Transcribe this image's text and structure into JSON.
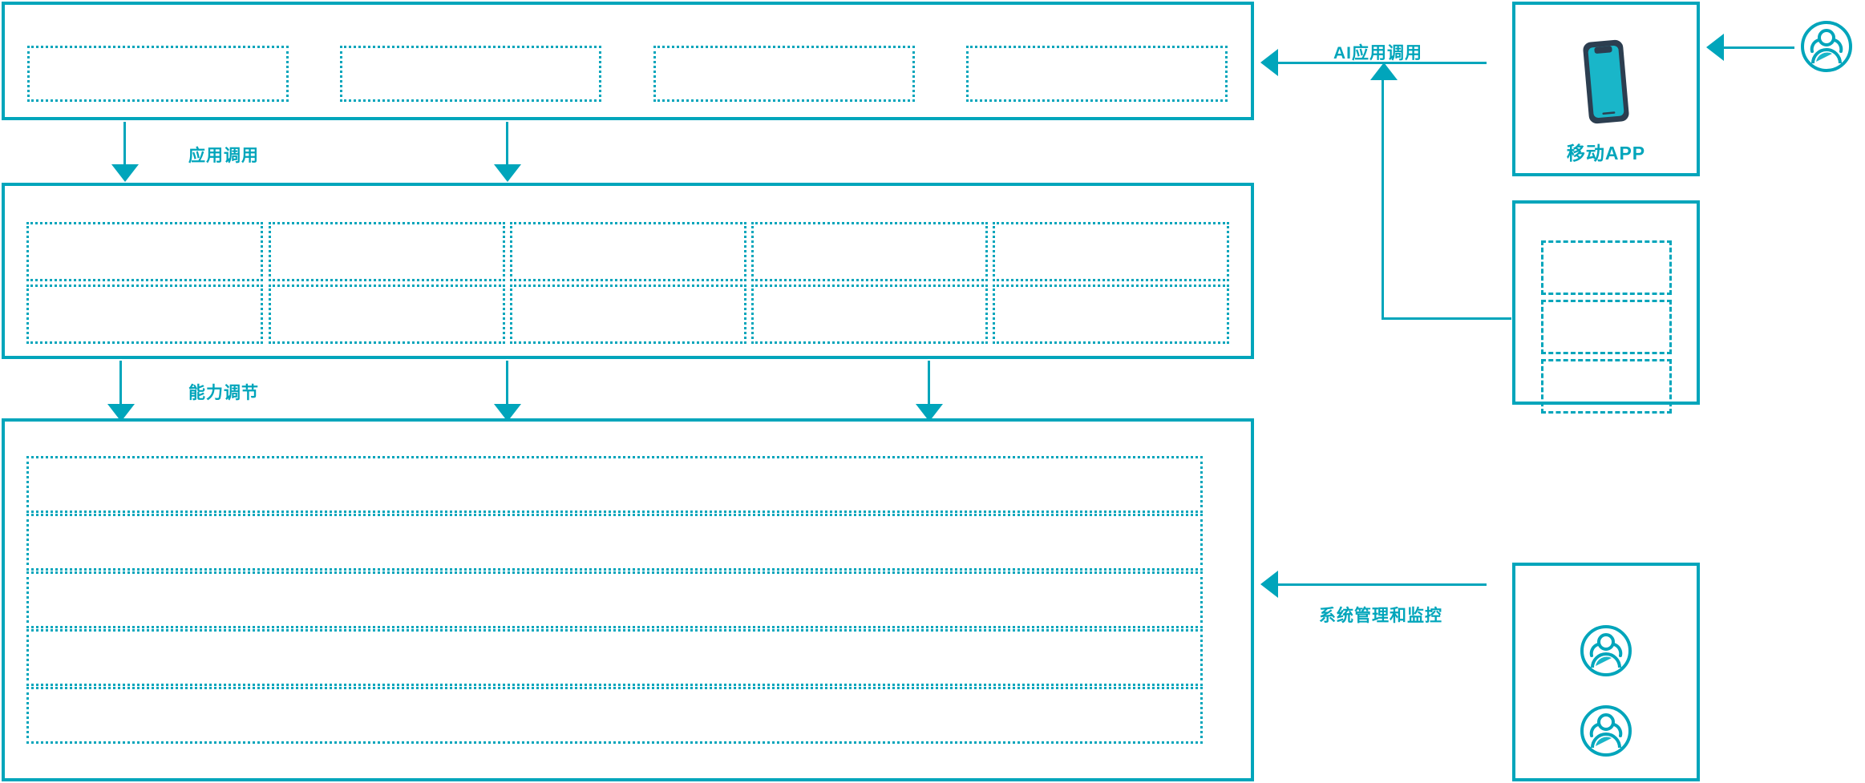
{
  "theme": {
    "accent": "#00a5bb",
    "device_frame": "#2c3e50",
    "device_screen": "#19b6c9",
    "background": "#ffffff"
  },
  "diagram": {
    "title": "",
    "type": "layered-architecture",
    "layers": [
      {
        "id": "application-layer",
        "name": "application-layer",
        "caption": "",
        "slot_count": 4,
        "slots": [
          {
            "label": ""
          },
          {
            "label": ""
          },
          {
            "label": ""
          },
          {
            "label": ""
          }
        ]
      },
      {
        "id": "capability-layer",
        "name": "capability-layer",
        "caption": "",
        "columns": 5,
        "rows": 2,
        "slots": [
          {
            "label": ""
          },
          {
            "label": ""
          },
          {
            "label": ""
          },
          {
            "label": ""
          },
          {
            "label": ""
          },
          {
            "label": ""
          },
          {
            "label": ""
          },
          {
            "label": ""
          },
          {
            "label": ""
          },
          {
            "label": ""
          }
        ]
      },
      {
        "id": "infrastructure-layer",
        "name": "infrastructure-layer",
        "caption": "",
        "slot_count": 5,
        "slots": [
          {
            "label": ""
          },
          {
            "label": ""
          },
          {
            "label": ""
          },
          {
            "label": ""
          },
          {
            "label": ""
          }
        ]
      }
    ],
    "flows": [
      {
        "id": "app-invocation",
        "label": "应用调用",
        "direction": "down"
      },
      {
        "id": "capability-tuning",
        "label": "能力调节",
        "direction": "down"
      },
      {
        "id": "ai-app-invocation",
        "label": "AI应用调用",
        "direction": "left"
      },
      {
        "id": "system-admin",
        "label": "系统管理和监控",
        "direction": "left"
      }
    ],
    "actors": [
      {
        "id": "mobile-app",
        "caption": "移动APP",
        "icon": "smartphone-icon",
        "slot_count": 0
      },
      {
        "id": "channel-panel",
        "caption": "",
        "icon": "",
        "slot_count": 3,
        "slots": [
          {
            "label": ""
          },
          {
            "label": ""
          },
          {
            "label": ""
          }
        ]
      },
      {
        "id": "operations-panel",
        "caption": "",
        "icon": "users-icon",
        "icon_count": 2,
        "slot_count": 0
      },
      {
        "id": "end-user",
        "caption": "",
        "icon": "users-icon",
        "icon_count": 1,
        "slot_count": 0
      }
    ]
  }
}
